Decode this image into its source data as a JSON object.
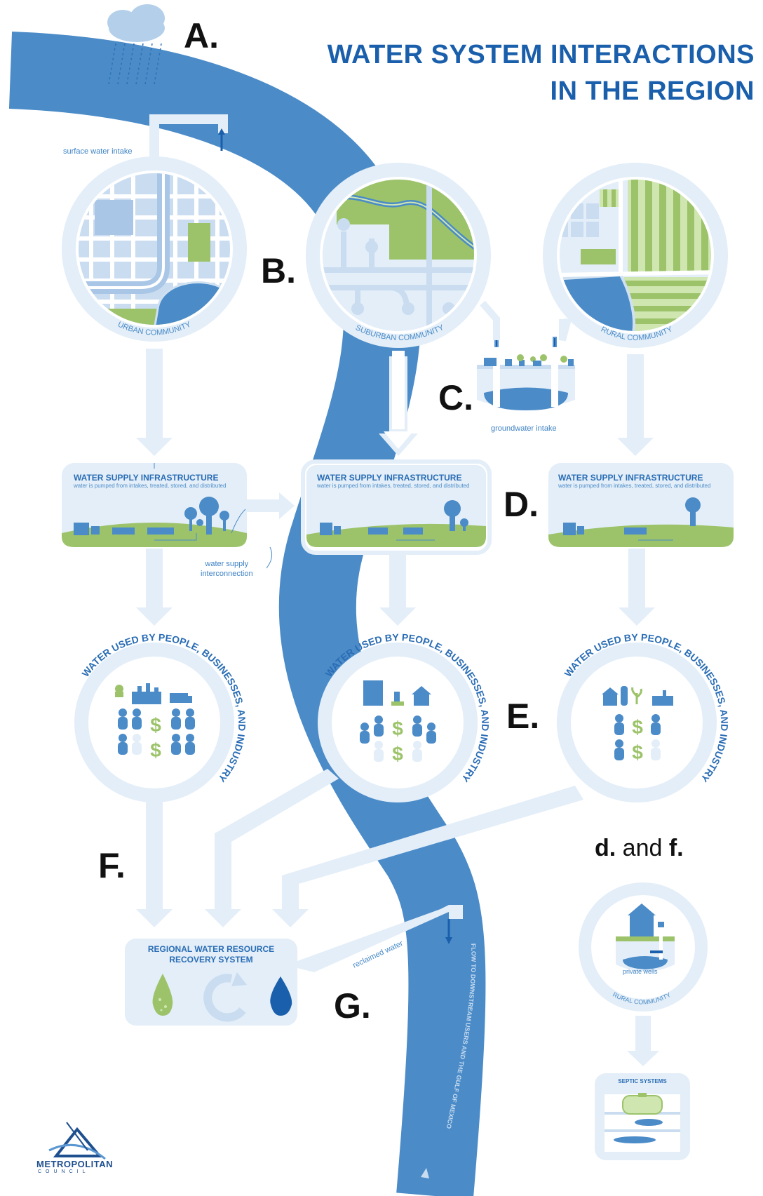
{
  "title": {
    "line1": "WATER SYSTEM INTERACTIONS",
    "line2": "IN THE REGION"
  },
  "letters": {
    "a": "A.",
    "b": "B.",
    "c": "C.",
    "d": "D.",
    "e": "E.",
    "f": "F.",
    "g": "G."
  },
  "df_label": {
    "bold_d": "d.",
    "and": " and ",
    "bold_f": "f."
  },
  "labels": {
    "surface_intake": "surface water intake",
    "groundwater_intake": "groundwater intake",
    "interconnection_line1": "water supply",
    "interconnection_line2": "interconnection",
    "reclaimed": "reclaimed water",
    "private_wells": "private wells",
    "river_flow": "FLOW TO DOWNSTREAM USERS AND THE GULF OF MEXICO"
  },
  "communities": {
    "urban": "URBAN COMMUNITY",
    "suburban": "SUBURBAN COMMUNITY",
    "rural": "RURAL COMMUNITY",
    "rural_small": "RURAL COMMUNITY"
  },
  "infrastructure": {
    "title": "WATER SUPPLY INFRASTRUCTURE",
    "subtitle": "water is pumped from intakes, treated, stored, and distributed"
  },
  "usage_label": "WATER USED BY PEOPLE, BUSINESSES, AND INDUSTRY",
  "recovery": {
    "line1": "REGIONAL WATER RESOURCE",
    "line2": "RECOVERY SYSTEM"
  },
  "septic": "SEPTIC SYSTEMS",
  "logo": {
    "name": "METROPOLITAN",
    "sub": "COUNCIL"
  },
  "colors": {
    "river": "#4a8bc8",
    "pale": "#e3eef8",
    "green": "#9cc36a",
    "dark_blue": "#1a5fab",
    "mid_blue": "#5b97d2"
  }
}
